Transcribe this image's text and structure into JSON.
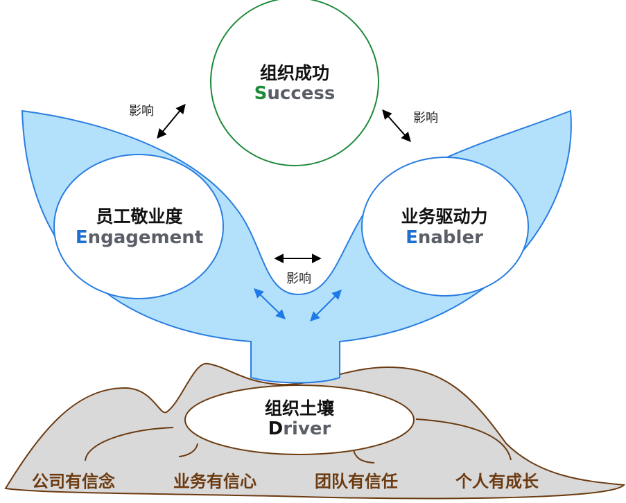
{
  "success": {
    "cn": "组织成功",
    "cap": "S",
    "rest": "uccess"
  },
  "engagement": {
    "cn": "员工敬业度",
    "cap": "E",
    "rest": "ngagement"
  },
  "enabler": {
    "cn": "业务驱动力",
    "cap": "E",
    "rest": "nabler"
  },
  "driver": {
    "cn": "组织土壤",
    "cap": "D",
    "rest": "river"
  },
  "influence_labels": [
    "影响",
    "影响",
    "影响"
  ],
  "soil_items": [
    "公司有信念",
    "业务有信心",
    "团队有信任",
    "个人有成长"
  ],
  "colors": {
    "green": "#1e8a3a",
    "blue": "#1f6fd1",
    "leaf_fill": "#b3e0fb",
    "leaf_stroke": "#2a7de1",
    "soil_fill": "#d9d9d9",
    "soil_stroke": "#6b3a10",
    "driver_cap": "#111111"
  }
}
